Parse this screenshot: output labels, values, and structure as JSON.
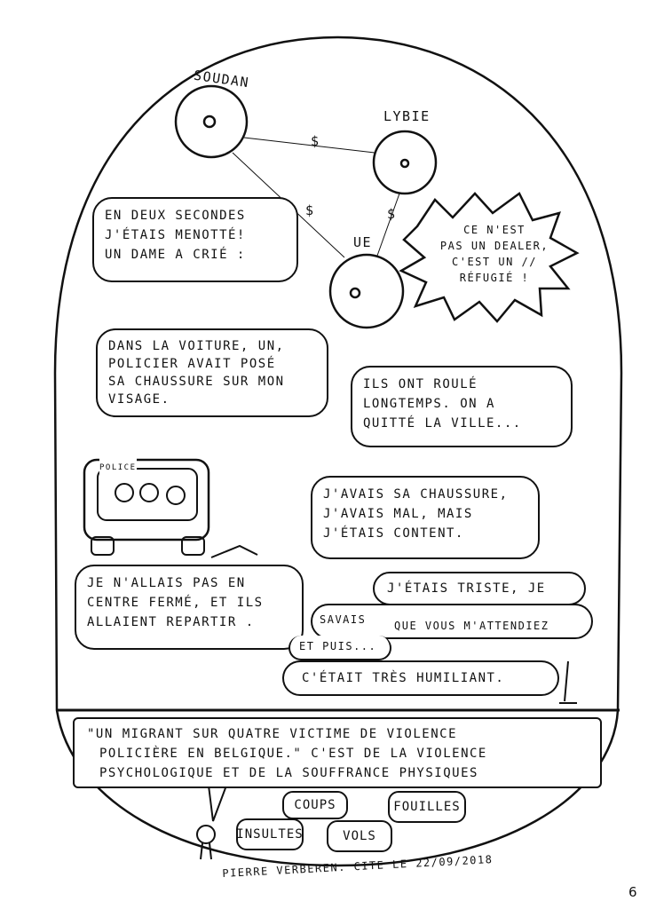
{
  "map": {
    "nodes": [
      "SOUDAN",
      "LYBIE",
      "UE"
    ],
    "link_label": "$"
  },
  "bubbles": {
    "menotte": [
      "EN DEUX SECONDES",
      "J'ÉTAIS MENOTTÉ!",
      "UN DAME A CRIÉ :"
    ],
    "shout": [
      "CE N'EST",
      "PAS UN DEALER,",
      "C'EST UN //",
      "RÉFUGIÉ !"
    ],
    "voiture": [
      "DANS LA VOITURE, UN,",
      "POLICIER AVAIT POSÉ",
      "SA CHAUSSURE SUR MON",
      "VISAGE."
    ],
    "roule": [
      "ILS ONT ROULÉ",
      "LONGTEMPS. ON A",
      "QUITTÉ LA VILLE..."
    ],
    "chaussure": [
      "J'AVAIS SA CHAUSSURE,",
      "J'AVAIS MAL, MAIS",
      "J'ÉTAIS CONTENT."
    ],
    "centre": [
      "JE N'ALLAIS PAS EN",
      "CENTRE FERMÉ, ET ILS",
      "ALLAIENT REPARTIR ."
    ],
    "triste": "J'ÉTAIS TRISTE, JE",
    "savais": "SAVAIS",
    "attendiez": "QUE VOUS M'ATTENDIEZ",
    "et_puis": "ET PUIS...",
    "humiliant": "C'ÉTAIT TRÈS HUMILIANT."
  },
  "police_label": "POLICE",
  "quote": [
    "\"UN MIGRANT SUR QUATRE VICTIME DE VIOLENCE",
    "POLICIÈRE EN BELGIQUE.\" C'EST DE LA VIOLENCE",
    "PSYCHOLOGIQUE ET DE LA SOUFFRANCE PHYSIQUES"
  ],
  "tags": [
    "COUPS",
    "FOUILLES",
    "INSULTES",
    "VOLS"
  ],
  "credit": "PIERRE VERBEREN. CITE LE 22/09/2018",
  "page_number": "6"
}
